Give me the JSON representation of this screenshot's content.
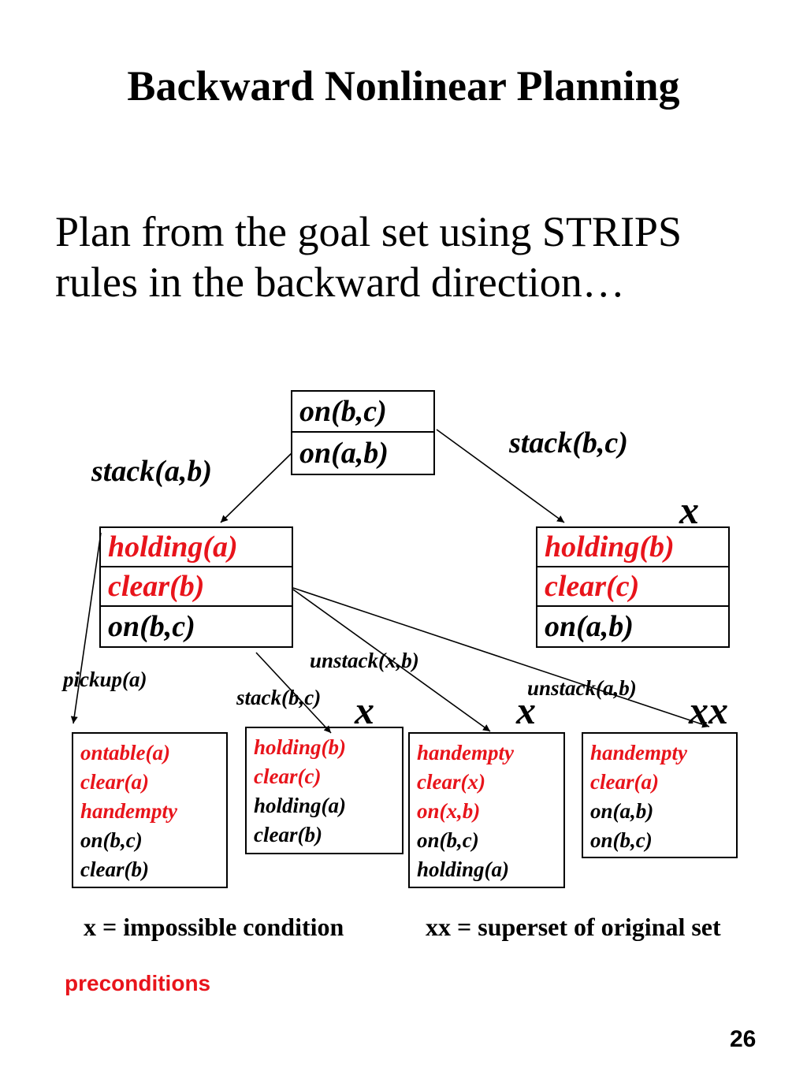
{
  "title": "Backward Nonlinear Planning",
  "subtitle": {
    "line1": "Plan from the goal set using STRIPS",
    "line2": "rules in the backward direction…"
  },
  "colors": {
    "precondition": "#e8141b",
    "ink": "#000000"
  },
  "goal": {
    "items": [
      "on(b,c)",
      "on(a,b)"
    ]
  },
  "level1": {
    "left": {
      "rule": "stack(a,b)",
      "items": [
        {
          "text": "holding(a)",
          "precondition": true
        },
        {
          "text": "clear(b)",
          "precondition": true
        },
        {
          "text": "on(b,c)",
          "precondition": false
        }
      ]
    },
    "right": {
      "rule": "stack(b,c)",
      "mark": "x",
      "items": [
        {
          "text": "holding(b)",
          "precondition": true
        },
        {
          "text": "clear(c)",
          "precondition": true
        },
        {
          "text": "on(a,b)",
          "precondition": false
        }
      ]
    }
  },
  "level2": [
    {
      "rule": "pickup(a)",
      "mark": "",
      "items": [
        {
          "text": "ontable(a)",
          "precondition": true
        },
        {
          "text": "clear(a)",
          "precondition": true
        },
        {
          "text": "handempty",
          "precondition": true
        },
        {
          "text": "on(b,c)",
          "precondition": false
        },
        {
          "text": "clear(b)",
          "precondition": false
        }
      ]
    },
    {
      "rule": "stack(b,c)",
      "mark": "x",
      "items": [
        {
          "text": "holding(b)",
          "precondition": true
        },
        {
          "text": "clear(c)",
          "precondition": true
        },
        {
          "text": "holding(a)",
          "precondition": false
        },
        {
          "text": "clear(b)",
          "precondition": false
        }
      ]
    },
    {
      "rule": "unstack(x,b)",
      "mark": "x",
      "items": [
        {
          "text": "handempty",
          "precondition": true
        },
        {
          "text": "clear(x)",
          "precondition": true
        },
        {
          "text": "on(x,b)",
          "precondition": true
        },
        {
          "text": "on(b,c)",
          "precondition": false
        },
        {
          "text": "holding(a)",
          "precondition": false
        }
      ]
    },
    {
      "rule": "unstack(a,b)",
      "mark": "xx",
      "items": [
        {
          "text": "handempty",
          "precondition": true
        },
        {
          "text": "clear(a)",
          "precondition": true
        },
        {
          "text": "on(a,b)",
          "precondition": false
        },
        {
          "text": "on(b,c)",
          "precondition": false
        }
      ]
    }
  ],
  "legend": {
    "x": "x = impossible condition",
    "xx": "xx = superset of original set"
  },
  "precondition_label": "preconditions",
  "page_number": "26"
}
